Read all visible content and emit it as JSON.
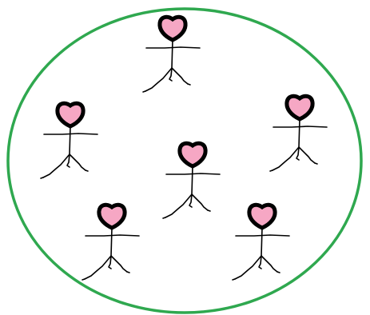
{
  "diagram": {
    "boundary": {
      "shape": "ellipse",
      "stroke_color": "#2fa84f",
      "fill_color": "#ffffff"
    },
    "figures": [
      {
        "id": "top-center",
        "head_color": "#f6a7c4"
      },
      {
        "id": "upper-left",
        "head_color": "#f6a7c4"
      },
      {
        "id": "upper-right",
        "head_color": "#f6a7c4"
      },
      {
        "id": "middle-center",
        "head_color": "#f6a7c4"
      },
      {
        "id": "lower-left",
        "head_color": "#f6a7c4"
      },
      {
        "id": "lower-right",
        "head_color": "#f6a7c4"
      }
    ]
  }
}
